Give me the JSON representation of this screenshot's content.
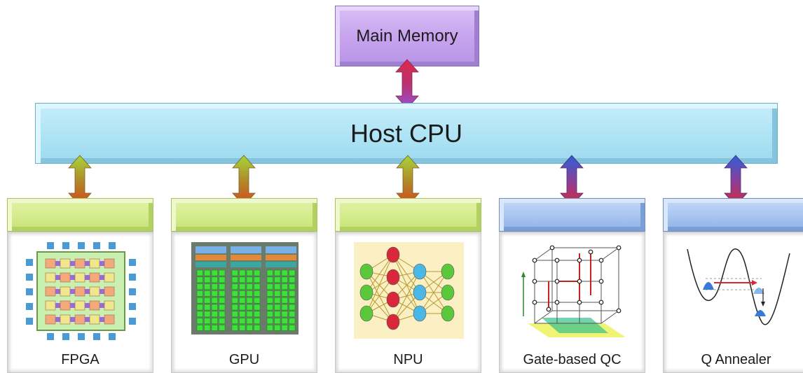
{
  "diagram": {
    "memory": {
      "label": "Main Memory"
    },
    "host": {
      "label": "Host CPU"
    },
    "accelerators": [
      {
        "label": "FPGA",
        "type": "classical"
      },
      {
        "label": "GPU",
        "type": "classical"
      },
      {
        "label": "NPU",
        "type": "classical"
      },
      {
        "label": "Gate-based QC",
        "type": "quantum"
      },
      {
        "label": "Q Annealer",
        "type": "quantum"
      }
    ]
  },
  "colors": {
    "memory_box": "#c6a2ee",
    "host_box": "#aee4f5",
    "classical_header": "#d3eb8a",
    "quantum_header": "#a5c2ee",
    "arrow_classical_top": "#a6d63a",
    "arrow_classical_bottom": "#d6481e",
    "arrow_quantum_top": "#2e5fd6",
    "arrow_quantum_bottom": "#d8283a",
    "arrow_memory_top": "#e0284a",
    "arrow_memory_bottom": "#9a4fd6"
  }
}
